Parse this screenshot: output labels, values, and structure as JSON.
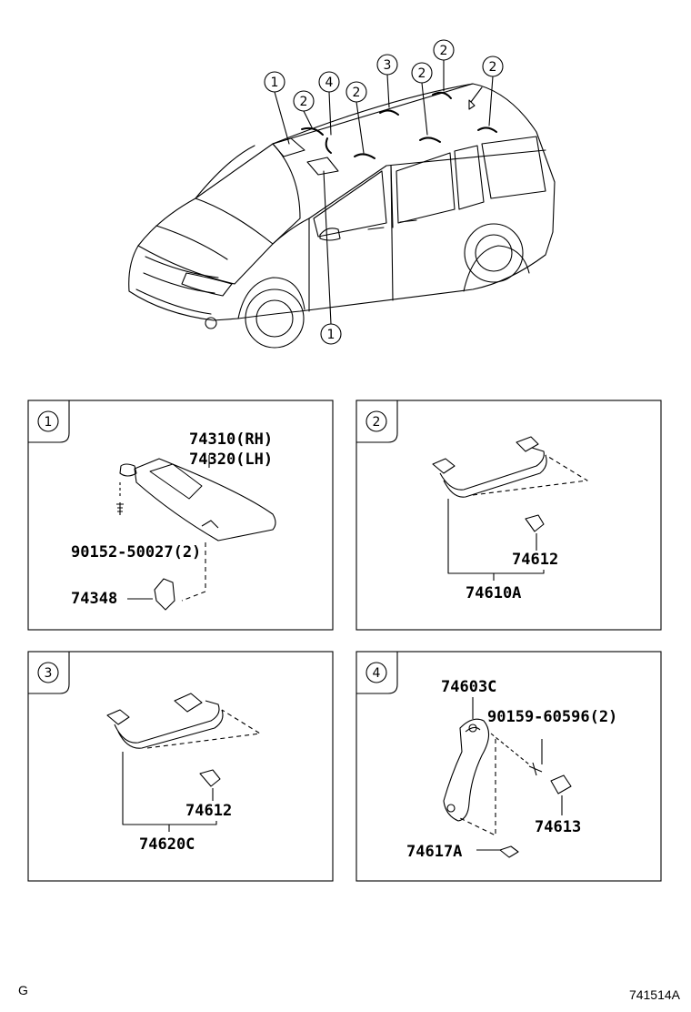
{
  "callouts": {
    "sun_visor": "1",
    "assist_grip": "2",
    "rear_grip": "3",
    "pillar_grip": "4"
  },
  "panels": {
    "panel1": {
      "index": "1",
      "visor_rh": "74310(RH)",
      "visor_lh": "74320(LH)",
      "screw": "90152-50027(2)",
      "holder": "74348"
    },
    "panel2": {
      "index": "2",
      "cap": "74612",
      "grip": "74610A"
    },
    "panel3": {
      "index": "3",
      "cap": "74612",
      "grip": "74620C"
    },
    "panel4": {
      "index": "4",
      "grip": "74603C",
      "screw": "90159-60596(2)",
      "cover": "74613",
      "plug": "74617A"
    }
  },
  "footer": {
    "left": "G",
    "right": "741514A"
  }
}
